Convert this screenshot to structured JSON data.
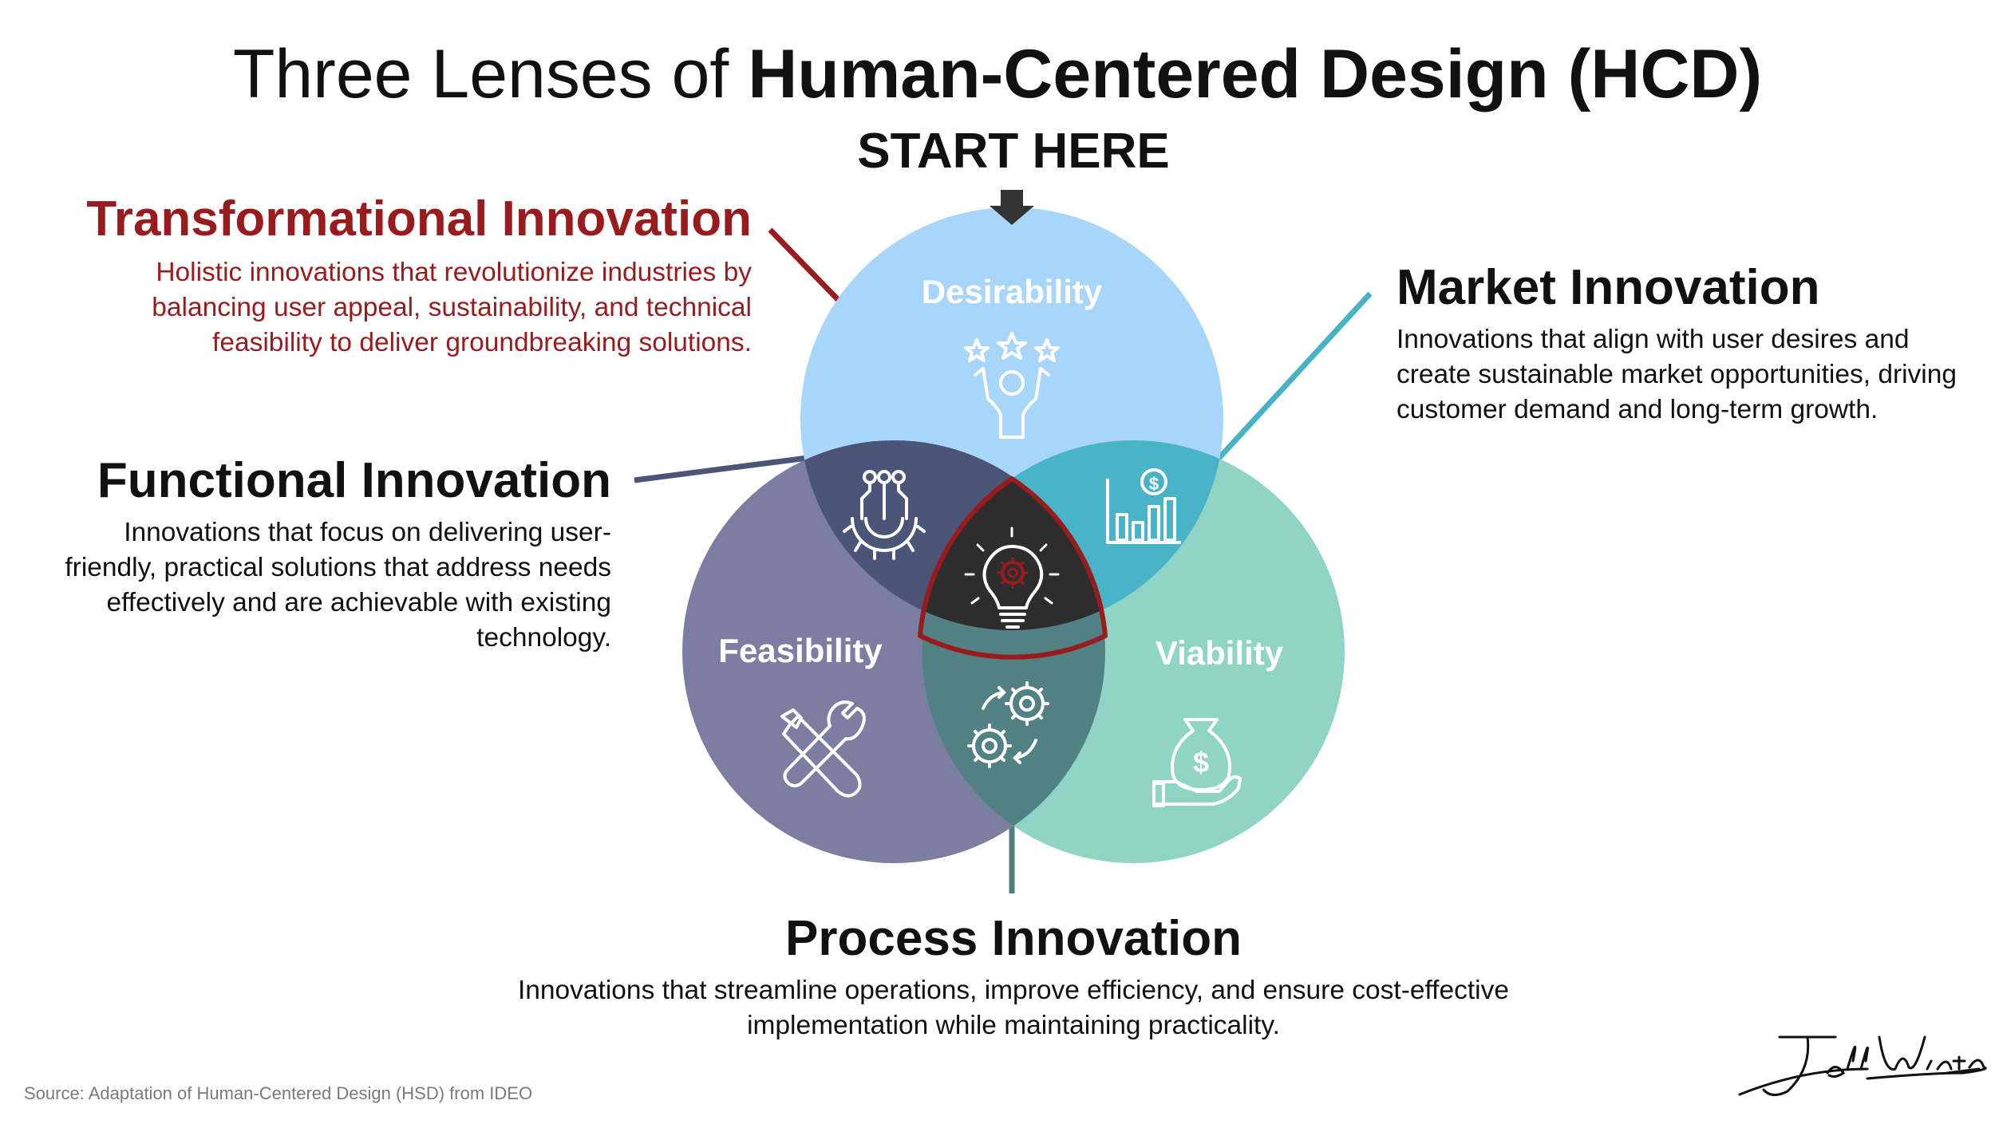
{
  "title": {
    "prefix": "Three Lenses of",
    "bold": "Human-Centered Design (HCD)"
  },
  "start_here": "START HERE",
  "circles": {
    "desirability": "Desirability",
    "feasibility": "Feasibility",
    "viability": "Viability"
  },
  "innovations": {
    "transformational": {
      "title": "Transformational Innovation",
      "description": "Holistic innovations that revolutionize industries by balancing user appeal, sustainability, and technical feasibility to deliver groundbreaking solutions."
    },
    "market": {
      "title": "Market Innovation",
      "description": "Innovations that align with user desires and create sustainable market opportunities, driving customer demand and long-term growth."
    },
    "functional": {
      "title": "Functional Innovation",
      "description": "Innovations that focus on delivering user-friendly, practical solutions that address needs effectively and are achievable with existing technology."
    },
    "process": {
      "title": "Process Innovation",
      "description": "Innovations that streamline operations, improve efficiency, and ensure cost-effective implementation while maintaining practicality."
    }
  },
  "source": "Source: Adaptation of Human-Centered Design (HSD) from IDEO",
  "colors": {
    "desirability": "#a8d6fb",
    "feasibility": "#7c7ea1",
    "viability": "#8fd4c5",
    "desirability_feasibility": "#4b5577",
    "desirability_viability": "#49b3c7",
    "feasibility_viability": "#528184",
    "center": "#2d2d2d",
    "accent_red": "#9a1b1e",
    "market_line": "#48b2c6",
    "functional_line": "#4b5577",
    "process_line": "#4e7d80"
  },
  "icons": {
    "desirability": "stars-person-icon",
    "feasibility": "wrench-screwdriver-icon",
    "viability": "money-bag-hand-icon",
    "desirability_feasibility": "circuit-gear-icon",
    "desirability_viability": "bar-chart-dollar-icon",
    "feasibility_viability": "gears-cycle-icon",
    "center": "lightbulb-gear-icon"
  }
}
